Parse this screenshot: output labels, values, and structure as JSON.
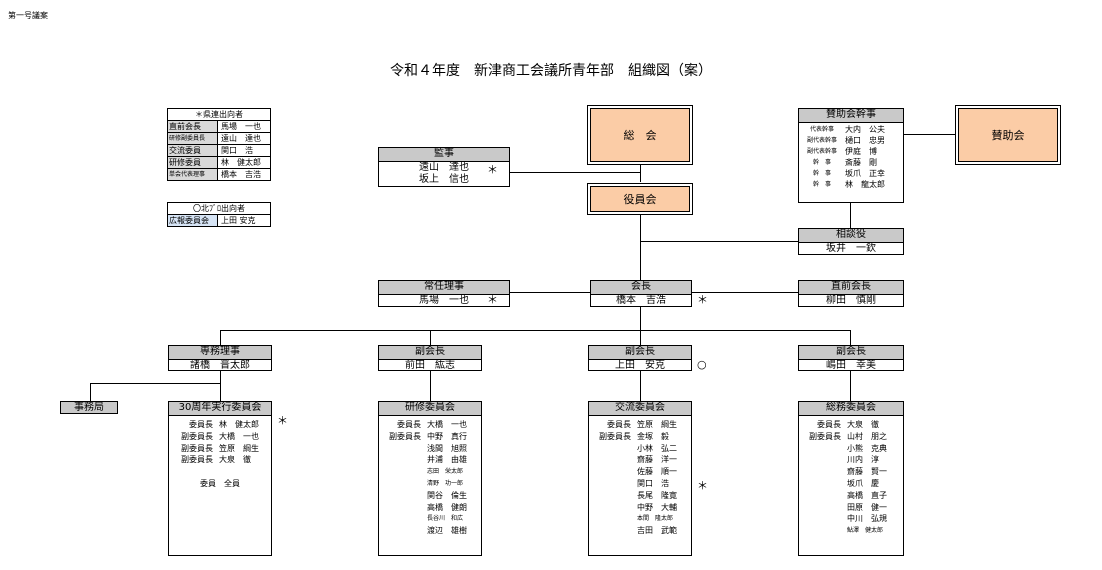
{
  "header_label": "第一号議案",
  "title": "令和４年度　新津商工会議所青年部　組織図（案）",
  "left_tables": {
    "prefecture": {
      "heading": "＊県連出向者",
      "rows": [
        {
          "k": "直前会長",
          "v": "馬場　一也"
        },
        {
          "k": "研修副委員長",
          "v": "遠山　達也"
        },
        {
          "k": "交流委員",
          "v": "関口　浩"
        },
        {
          "k": "研修委員",
          "v": "林　健太郎"
        },
        {
          "k": "単会代表理事",
          "v": "橋本　吉浩"
        }
      ]
    },
    "block": {
      "heading": "〇北ﾌﾞﾛ出向者",
      "rows": [
        {
          "k": "広報委員会",
          "v": "上田 安克"
        }
      ]
    }
  },
  "top": {
    "soukai": "総　会",
    "yakuinkai": "役員会",
    "sanjokai": "賛助会",
    "kanji": {
      "title": "監事",
      "names": [
        "遠山　達也",
        "坂上　信也"
      ]
    },
    "sanjo_kanji": {
      "title": "賛助会幹事",
      "rows": [
        {
          "role": "代表幹事",
          "name": "大内　公夫"
        },
        {
          "role": "副代表幹事",
          "name": "樋口　忠男"
        },
        {
          "role": "副代表幹事",
          "name": "伊庭　博"
        },
        {
          "role": "幹　事",
          "name": "斎藤　剛"
        },
        {
          "role": "幹　事",
          "name": "坂爪　正幸"
        },
        {
          "role": "幹　事",
          "name": "林　龍太郎"
        }
      ]
    },
    "soudan": {
      "title": "相談役",
      "name": "坂井　一欽"
    }
  },
  "middle": {
    "jonin": {
      "title": "常任理事",
      "name": "馬場　一也"
    },
    "kaicho": {
      "title": "会長",
      "name": "橋本　吉浩"
    },
    "zenkaicho": {
      "title": "直前会長",
      "name": "柳田　慎剛"
    }
  },
  "vice": {
    "senmu": {
      "title": "専務理事",
      "name": "諸橋　晋太郎"
    },
    "v1": {
      "title": "副会長",
      "name": "前田　紘志"
    },
    "v2": {
      "title": "副会長",
      "name": "上田　安克"
    },
    "v3": {
      "title": "副会長",
      "name": "嶋田　幸美"
    }
  },
  "jimukyoku": "事務局",
  "marks": {
    "star": "＊",
    "circle": "○"
  },
  "committees": {
    "c30": {
      "title": "30周年実行委員会",
      "rows": [
        {
          "role": "委員長",
          "name": "林　健太郎"
        },
        {
          "role": "副委員長",
          "name": "大橋　一也"
        },
        {
          "role": "副委員長",
          "name": "笠原　綱生"
        },
        {
          "role": "副委員長",
          "name": "大泉　徹"
        }
      ],
      "note": "委員　全員"
    },
    "kenshu": {
      "title": "研修委員会",
      "rows": [
        {
          "role": "委員長",
          "name": "大橋　一也"
        },
        {
          "role": "副委員長",
          "name": "中野　真行"
        },
        {
          "role": "",
          "name": "浅間　旭照"
        },
        {
          "role": "",
          "name": "井浦　由雄"
        },
        {
          "role": "",
          "name": "志田　栄太郎",
          "tiny": true
        },
        {
          "role": "",
          "name": "清野　功一郎",
          "tiny": true
        },
        {
          "role": "",
          "name": "関谷　倫生"
        },
        {
          "role": "",
          "name": "高橋　健朗"
        },
        {
          "role": "",
          "name": "長谷川　和広",
          "tiny": true
        },
        {
          "role": "",
          "name": "渡辺　雄樹"
        }
      ]
    },
    "koryu": {
      "title": "交流委員会",
      "rows": [
        {
          "role": "委員長",
          "name": "笠原　綱生"
        },
        {
          "role": "副委員長",
          "name": "金塚　毅"
        },
        {
          "role": "",
          "name": "小林　弘二"
        },
        {
          "role": "",
          "name": "齋藤　洋一"
        },
        {
          "role": "",
          "name": "佐藤　順一"
        },
        {
          "role": "",
          "name": "関口　浩"
        },
        {
          "role": "",
          "name": "長尾　隆寛"
        },
        {
          "role": "",
          "name": "中野　大輔"
        },
        {
          "role": "",
          "name": "本間　隆太郎",
          "tiny": true
        },
        {
          "role": "",
          "name": "吉田　武範"
        }
      ]
    },
    "somu": {
      "title": "総務委員会",
      "rows": [
        {
          "role": "委員長",
          "name": "大泉　徹"
        },
        {
          "role": "副委員長",
          "name": "山村　朋之"
        },
        {
          "role": "",
          "name": "小熊　克典"
        },
        {
          "role": "",
          "name": "川内　淳"
        },
        {
          "role": "",
          "name": "齋藤　賢一"
        },
        {
          "role": "",
          "name": "坂爪　慶"
        },
        {
          "role": "",
          "name": "高橋　直子"
        },
        {
          "role": "",
          "name": "田原　健一"
        },
        {
          "role": "",
          "name": "中川　弘規"
        },
        {
          "role": "",
          "name": "鮎澤　健太郎",
          "tiny": true
        }
      ]
    }
  }
}
